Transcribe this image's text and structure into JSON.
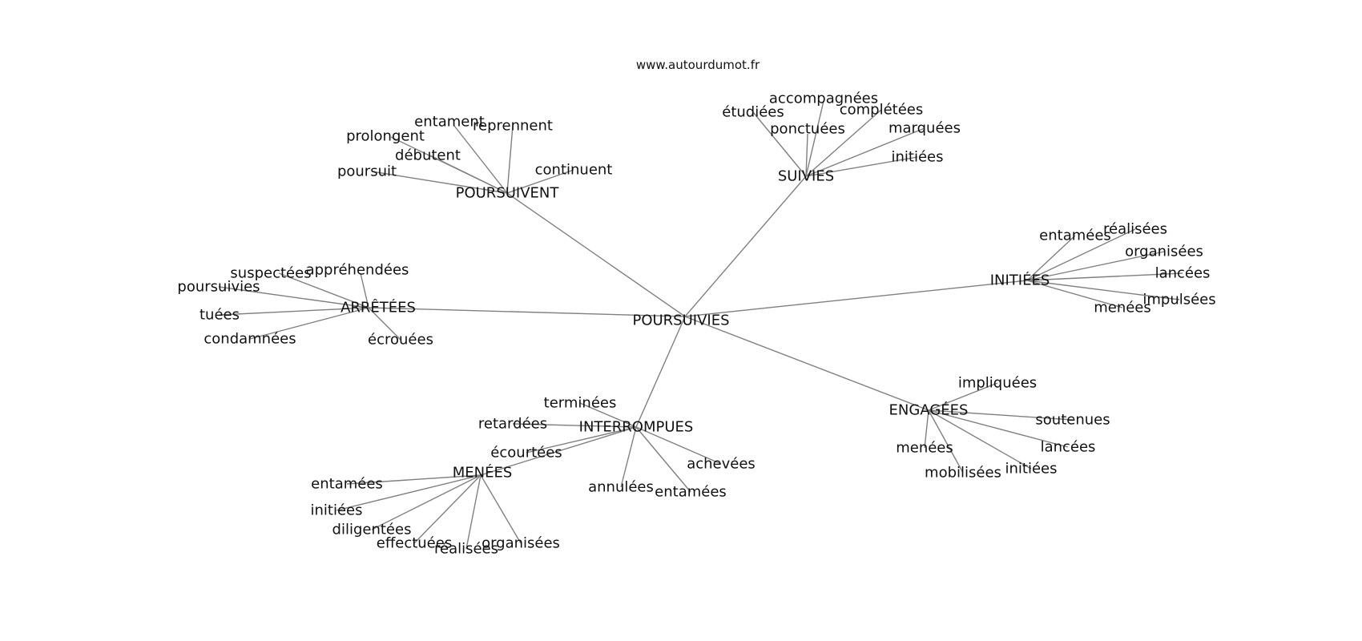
{
  "source": "www.autourdumot.fr",
  "colors": {
    "edge": "#808080",
    "text": "#111111",
    "background": "#ffffff"
  },
  "nodes": [
    {
      "id": "n0",
      "label": "POURSUIVIES"
    },
    {
      "id": "n1",
      "label": "POURSUIVENT"
    },
    {
      "id": "n2",
      "label": "SUIVIES"
    },
    {
      "id": "n3",
      "label": "ARRÊTÉES"
    },
    {
      "id": "n4",
      "label": "INITIÉES"
    },
    {
      "id": "n5",
      "label": "INTERROMPUES"
    },
    {
      "id": "n6",
      "label": "ENGAGÉES"
    },
    {
      "id": "n7",
      "label": "MENÉES"
    },
    {
      "id": "n8",
      "label": "entament"
    },
    {
      "id": "n9",
      "label": "reprennent"
    },
    {
      "id": "n10",
      "label": "prolongent"
    },
    {
      "id": "n11",
      "label": "débutent"
    },
    {
      "id": "n12",
      "label": "poursuit"
    },
    {
      "id": "n13",
      "label": "continuent"
    },
    {
      "id": "n14",
      "label": "accompagnées"
    },
    {
      "id": "n15",
      "label": "étudiées"
    },
    {
      "id": "n16",
      "label": "complétées"
    },
    {
      "id": "n17",
      "label": "ponctuées"
    },
    {
      "id": "n18",
      "label": "marquées"
    },
    {
      "id": "n19",
      "label": "initiées"
    },
    {
      "id": "n20",
      "label": "suspectées"
    },
    {
      "id": "n21",
      "label": "appréhendées"
    },
    {
      "id": "n22",
      "label": "poursuivies"
    },
    {
      "id": "n23",
      "label": "tuées"
    },
    {
      "id": "n24",
      "label": "condamnées"
    },
    {
      "id": "n25",
      "label": "écrouées"
    },
    {
      "id": "n26",
      "label": "entamées"
    },
    {
      "id": "n27",
      "label": "réalisées"
    },
    {
      "id": "n28",
      "label": "organisées"
    },
    {
      "id": "n29",
      "label": "lancées"
    },
    {
      "id": "n30",
      "label": "impulsées"
    },
    {
      "id": "n31",
      "label": "menées"
    },
    {
      "id": "n32",
      "label": "terminées"
    },
    {
      "id": "n33",
      "label": "retardées"
    },
    {
      "id": "n34",
      "label": "écourtées"
    },
    {
      "id": "n35",
      "label": "achevées"
    },
    {
      "id": "n36",
      "label": "annulées"
    },
    {
      "id": "n37",
      "label": "entamées"
    },
    {
      "id": "n38",
      "label": "impliquées"
    },
    {
      "id": "n39",
      "label": "soutenues"
    },
    {
      "id": "n40",
      "label": "lancées"
    },
    {
      "id": "n41",
      "label": "menées"
    },
    {
      "id": "n42",
      "label": "mobilisées"
    },
    {
      "id": "n43",
      "label": "initiées"
    },
    {
      "id": "n44",
      "label": "entamées"
    },
    {
      "id": "n45",
      "label": "initiées"
    },
    {
      "id": "n46",
      "label": "diligentées"
    },
    {
      "id": "n47",
      "label": "effectuées"
    },
    {
      "id": "n48",
      "label": "réalisées"
    },
    {
      "id": "n49",
      "label": "organisées"
    }
  ],
  "edges": [
    [
      "n0",
      "n1"
    ],
    [
      "n0",
      "n2"
    ],
    [
      "n0",
      "n3"
    ],
    [
      "n0",
      "n4"
    ],
    [
      "n0",
      "n5"
    ],
    [
      "n0",
      "n6"
    ],
    [
      "n1",
      "n8"
    ],
    [
      "n1",
      "n9"
    ],
    [
      "n1",
      "n10"
    ],
    [
      "n1",
      "n11"
    ],
    [
      "n1",
      "n12"
    ],
    [
      "n1",
      "n13"
    ],
    [
      "n2",
      "n14"
    ],
    [
      "n2",
      "n15"
    ],
    [
      "n2",
      "n16"
    ],
    [
      "n2",
      "n17"
    ],
    [
      "n2",
      "n18"
    ],
    [
      "n2",
      "n19"
    ],
    [
      "n3",
      "n20"
    ],
    [
      "n3",
      "n21"
    ],
    [
      "n3",
      "n22"
    ],
    [
      "n3",
      "n23"
    ],
    [
      "n3",
      "n24"
    ],
    [
      "n3",
      "n25"
    ],
    [
      "n4",
      "n26"
    ],
    [
      "n4",
      "n27"
    ],
    [
      "n4",
      "n28"
    ],
    [
      "n4",
      "n29"
    ],
    [
      "n4",
      "n30"
    ],
    [
      "n4",
      "n31"
    ],
    [
      "n5",
      "n32"
    ],
    [
      "n5",
      "n33"
    ],
    [
      "n5",
      "n34"
    ],
    [
      "n5",
      "n35"
    ],
    [
      "n5",
      "n36"
    ],
    [
      "n5",
      "n37"
    ],
    [
      "n5",
      "n7"
    ],
    [
      "n6",
      "n38"
    ],
    [
      "n6",
      "n39"
    ],
    [
      "n6",
      "n40"
    ],
    [
      "n6",
      "n41"
    ],
    [
      "n6",
      "n42"
    ],
    [
      "n6",
      "n43"
    ],
    [
      "n7",
      "n44"
    ],
    [
      "n7",
      "n45"
    ],
    [
      "n7",
      "n46"
    ],
    [
      "n7",
      "n47"
    ],
    [
      "n7",
      "n48"
    ],
    [
      "n7",
      "n49"
    ]
  ]
}
